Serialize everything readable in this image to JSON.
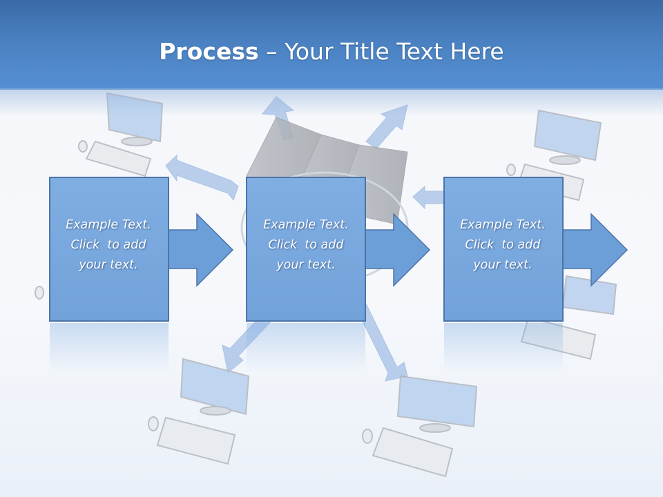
{
  "title": {
    "bold": "Process",
    "dash": " – ",
    "rest": "Your Title Text Here"
  },
  "steps": [
    {
      "line1": "Example Text.",
      "line2": "Click  to add",
      "line3": "your text."
    },
    {
      "line1": "Example Text.",
      "line2": "Click  to add",
      "line3": "your text."
    },
    {
      "line1": "Example Text.",
      "line2": "Click  to add",
      "line3": "your text."
    }
  ],
  "colors": {
    "header": "#4a80c0",
    "box_fill": "#7aaae0",
    "box_border": "#4a74a8",
    "arrow_fill": "#6c9ed8"
  },
  "icons": [
    "monitor-icon",
    "keyboard-icon",
    "mouse-icon",
    "server-icon",
    "network-arrow-icon"
  ]
}
